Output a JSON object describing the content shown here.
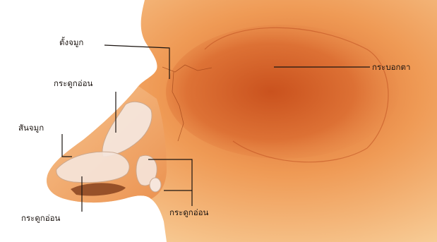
{
  "labels": {
    "nasal_bridge": "ตั้งจมูก",
    "eye_orbit": "กระบอกตา",
    "upper_cartilage": "กระดูกอ่อน",
    "nose_tip": "สันจมูก",
    "lower_cartilage": "กระดูกอ่อน",
    "side_cartilage": "กระดูกอ่อน"
  },
  "colors": {
    "skin_light": "#f8cf9a",
    "skin_mid": "#ef9a55",
    "skin_dark": "#d9672c",
    "cartilage": "#f6e6dc",
    "leader_line": "#1b1410"
  }
}
